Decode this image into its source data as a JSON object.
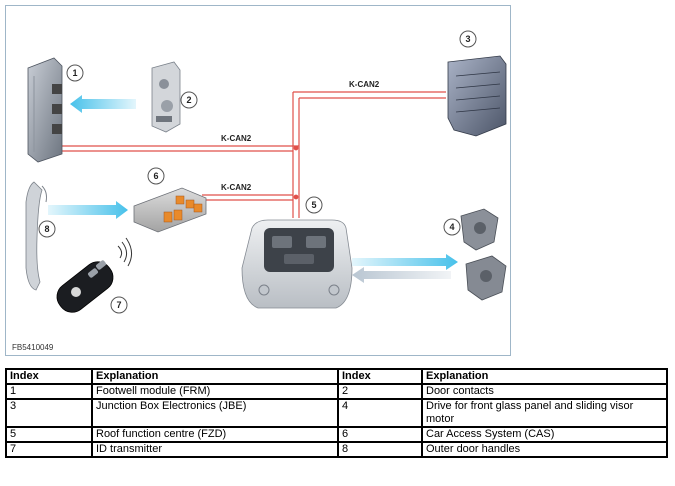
{
  "diagram": {
    "figure_id": "FB5410049",
    "bus_labels": [
      "K-CAN2",
      "K-CAN2",
      "K-CAN2"
    ],
    "callouts": [
      "1",
      "2",
      "3",
      "4",
      "5",
      "6",
      "7",
      "8"
    ],
    "colors": {
      "bus": "#e0504a",
      "arrow_blue": "#47c1ea",
      "arrow_grey": "#b9c6d2",
      "frame": "#9fb6c8"
    }
  },
  "legend": {
    "headers": [
      "Index",
      "Explanation",
      "Index",
      "Explanation"
    ],
    "rows": [
      [
        "1",
        "Footwell module (FRM)",
        "2",
        "Door contacts"
      ],
      [
        "3",
        "Junction Box Electronics (JBE)",
        "4",
        "Drive for front glass panel and sliding visor motor"
      ],
      [
        "5",
        "Roof function centre (FZD)",
        "6",
        "Car Access System (CAS)"
      ],
      [
        "7",
        "ID transmitter",
        "8",
        "Outer door handles"
      ]
    ]
  }
}
